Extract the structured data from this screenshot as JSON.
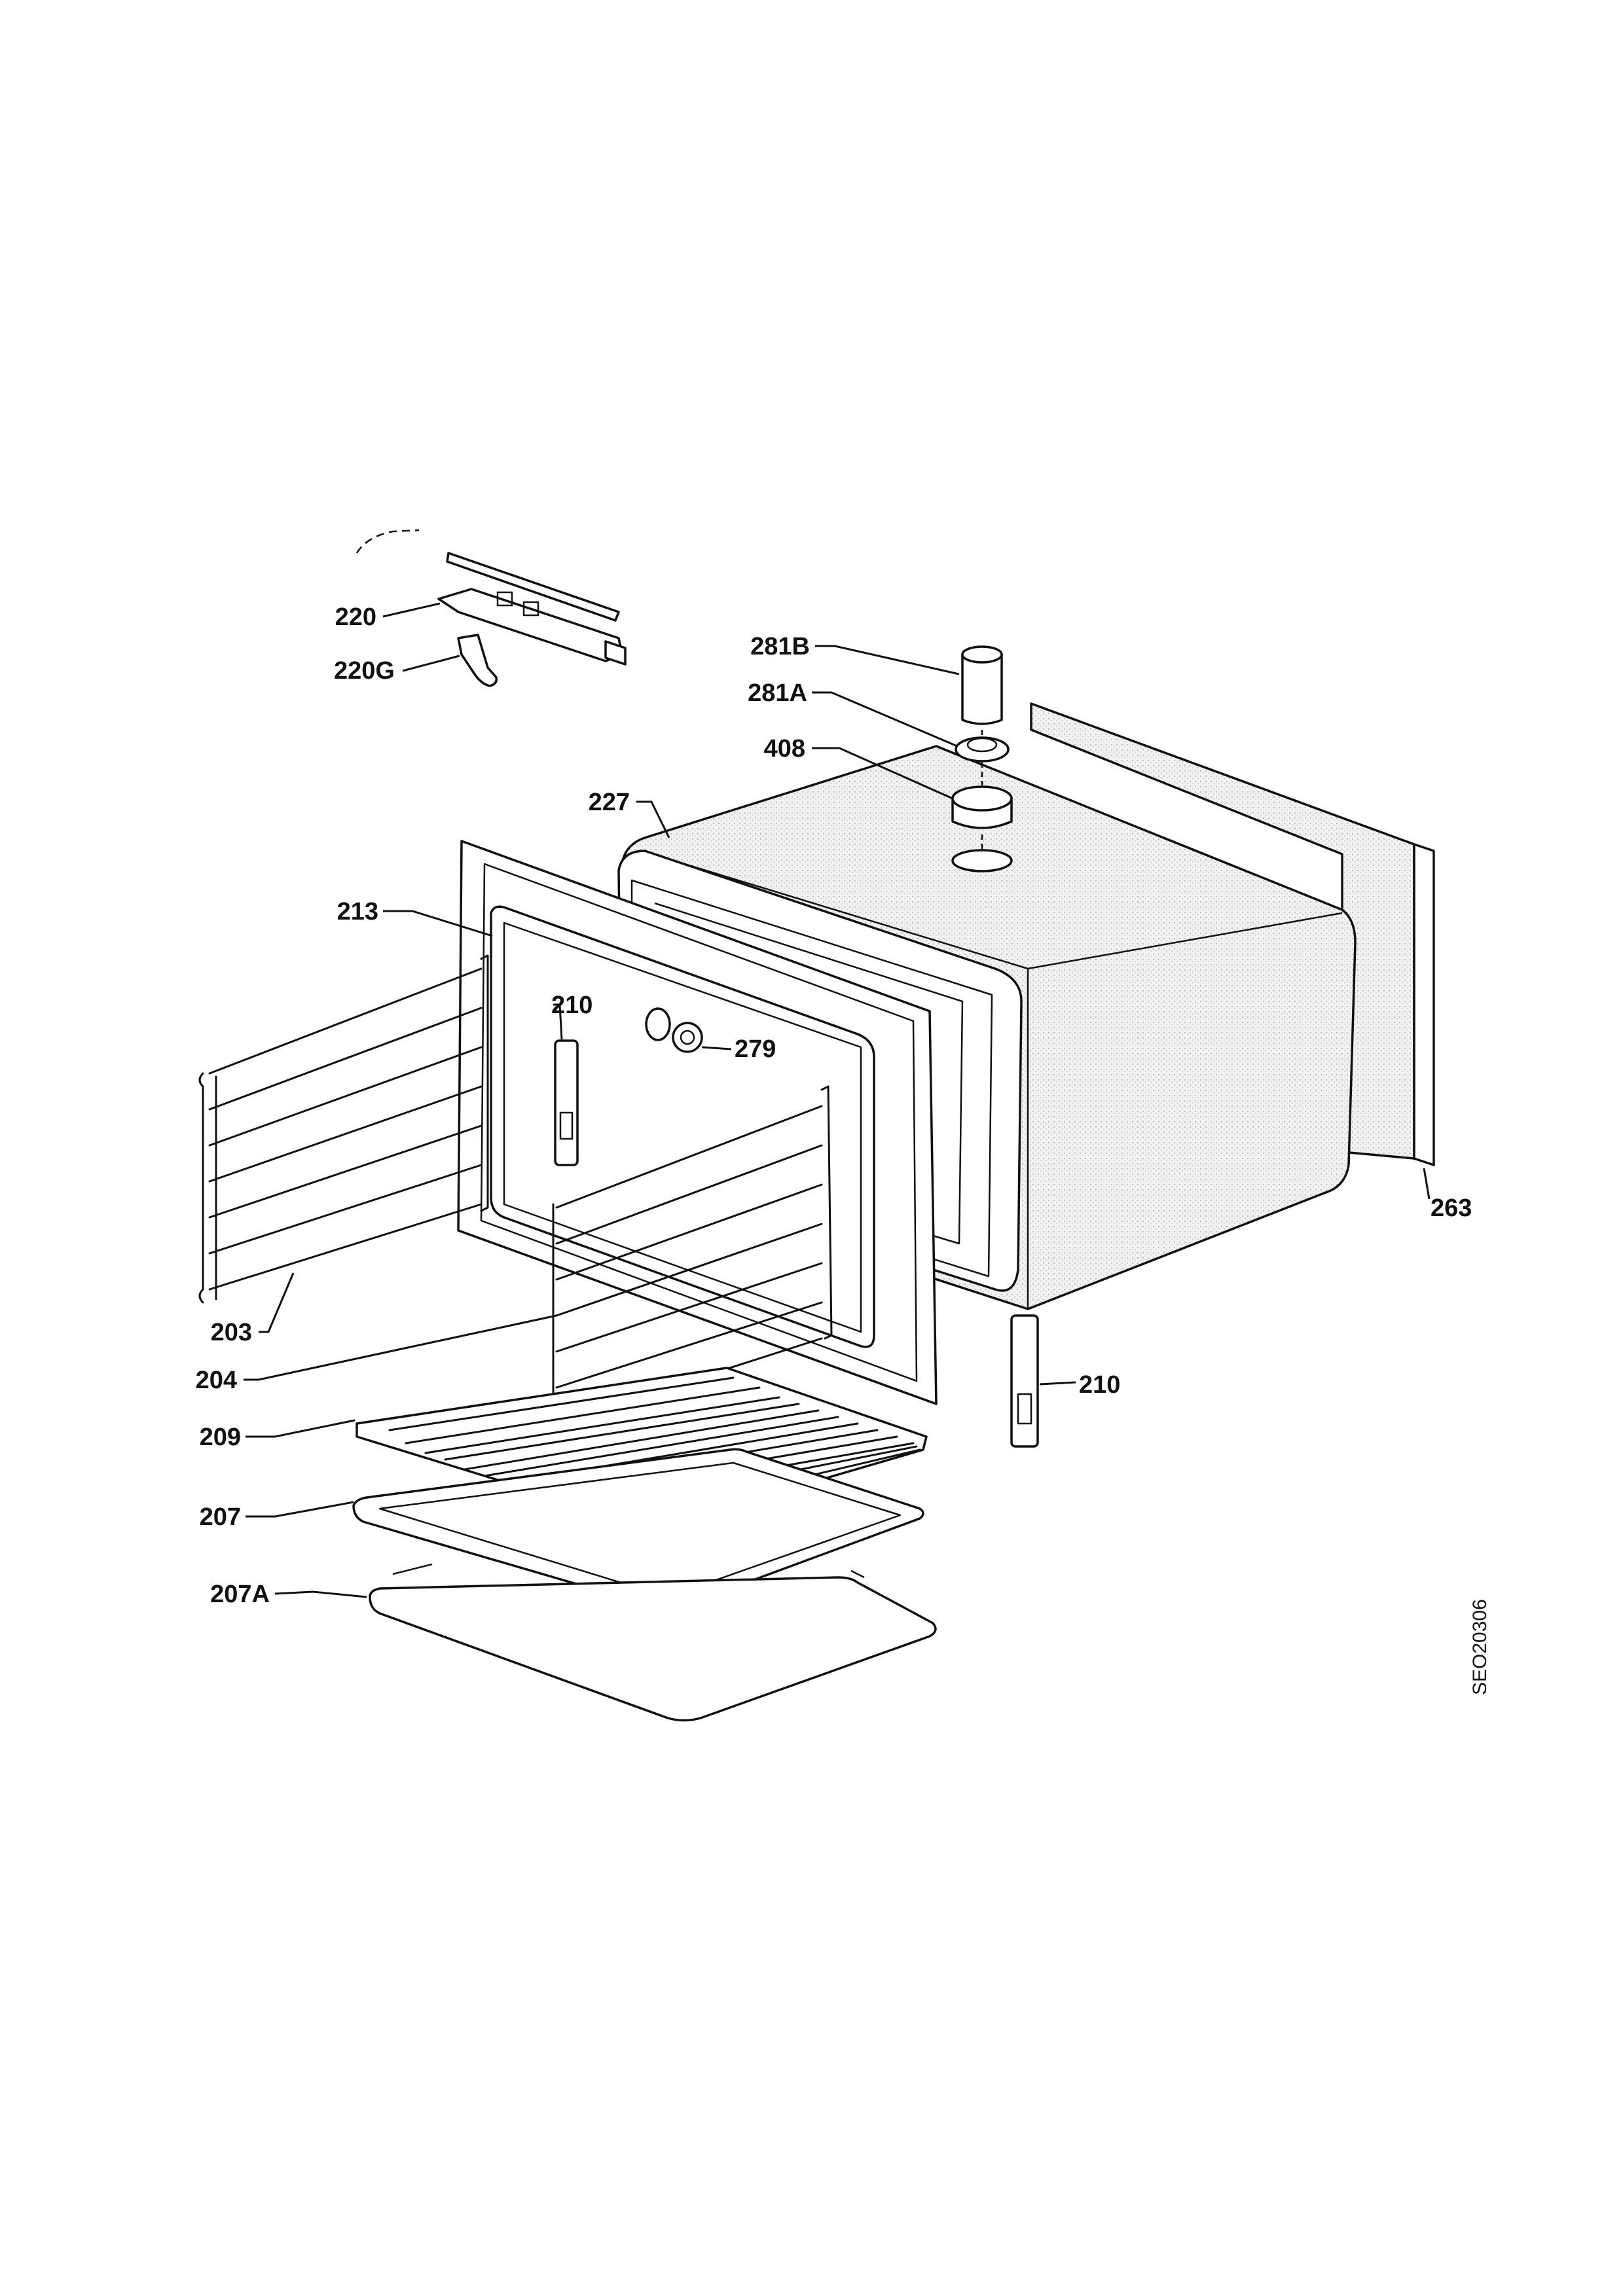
{
  "diagram": {
    "drawing_code": "SEO20306",
    "callouts": [
      {
        "id": "220",
        "label": "220"
      },
      {
        "id": "220G",
        "label": "220G"
      },
      {
        "id": "281B",
        "label": "281B"
      },
      {
        "id": "281A",
        "label": "281A"
      },
      {
        "id": "408",
        "label": "408"
      },
      {
        "id": "227",
        "label": "227"
      },
      {
        "id": "213",
        "label": "213"
      },
      {
        "id": "210_top",
        "label": "210"
      },
      {
        "id": "279",
        "label": "279"
      },
      {
        "id": "263",
        "label": "263"
      },
      {
        "id": "203",
        "label": "203"
      },
      {
        "id": "204",
        "label": "204"
      },
      {
        "id": "210_bottom",
        "label": "210"
      },
      {
        "id": "209",
        "label": "209"
      },
      {
        "id": "207",
        "label": "207"
      },
      {
        "id": "207A",
        "label": "207A"
      }
    ]
  }
}
